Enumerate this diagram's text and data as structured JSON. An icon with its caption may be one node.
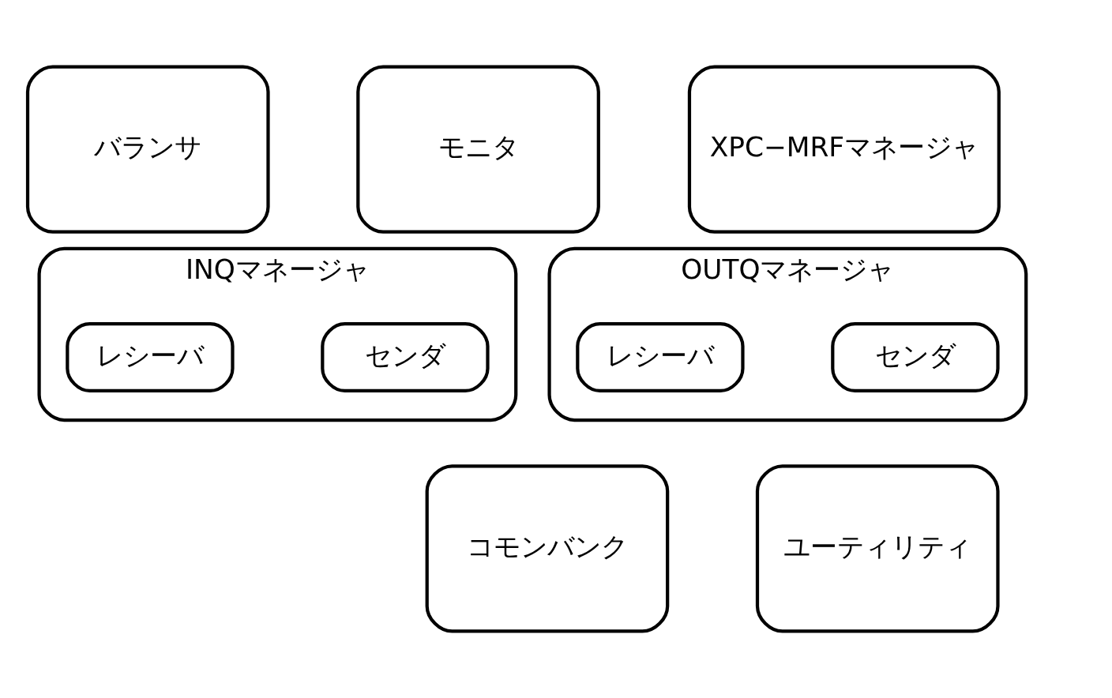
{
  "diagram": {
    "nodes": [
      {
        "text": [
          "バランサ"
        ]
      },
      {
        "text": [
          "モニタ"
        ]
      },
      {
        "text": [
          "XPC−MRFマネージャ"
        ]
      },
      {
        "text": [
          "INQマネージャ"
        ]
      },
      {
        "text": [
          "センダ"
        ],
        "in": 3
      },
      {
        "text": [
          "レシーバ"
        ],
        "in": 3
      },
      {
        "text": [
          "OUTQマネージャ"
        ]
      },
      {
        "text": [
          "センダ"
        ],
        "in": 6
      },
      {
        "text": [
          "レシーバ"
        ],
        "in": 6
      },
      {
        "text": [
          "コモンバンク"
        ]
      },
      {
        "text": [
          "ユーティリティ"
        ]
      }
    ]
  }
}
